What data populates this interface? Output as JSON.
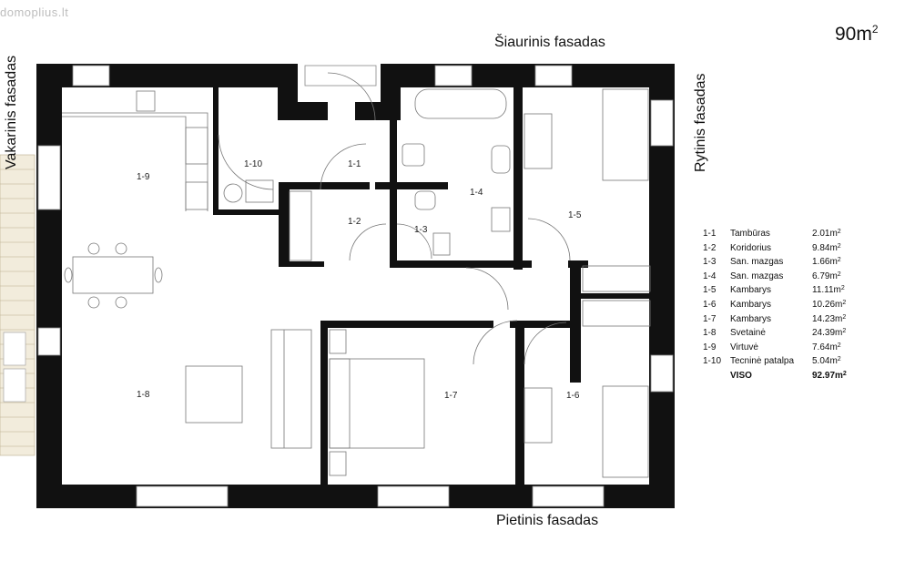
{
  "watermark": "domoplius.lt",
  "area_badge": {
    "value": "90m",
    "sup": "2"
  },
  "facades": {
    "north": "Šiaurinis fasadas",
    "east": "Rytinis fasadas",
    "west": "Vakarinis fasadas",
    "south": "Pietinis fasadas"
  },
  "rooms": [
    {
      "id": "1-1",
      "name": "Tambūras",
      "area": "2.01m",
      "sup": "2"
    },
    {
      "id": "1-2",
      "name": "Koridorius",
      "area": "9.84m",
      "sup": "2"
    },
    {
      "id": "1-3",
      "name": "San. mazgas",
      "area": "1.66m",
      "sup": "2"
    },
    {
      "id": "1-4",
      "name": "San. mazgas",
      "area": "6.79m",
      "sup": "2"
    },
    {
      "id": "1-5",
      "name": "Kambarys",
      "area": "11.11m",
      "sup": "2"
    },
    {
      "id": "1-6",
      "name": "Kambarys",
      "area": "10.26m",
      "sup": "2"
    },
    {
      "id": "1-7",
      "name": "Kambarys",
      "area": "14.23m",
      "sup": "2"
    },
    {
      "id": "1-8",
      "name": "Svetainė",
      "area": "24.39m",
      "sup": "2"
    },
    {
      "id": "1-9",
      "name": "Virtuvė",
      "area": "7.64m",
      "sup": "2"
    },
    {
      "id": "1-10",
      "name": "Tecninė patalpa",
      "area": "5.04m",
      "sup": "2"
    }
  ],
  "total": {
    "label": "VISO",
    "area": "92.97m",
    "sup": "2"
  }
}
